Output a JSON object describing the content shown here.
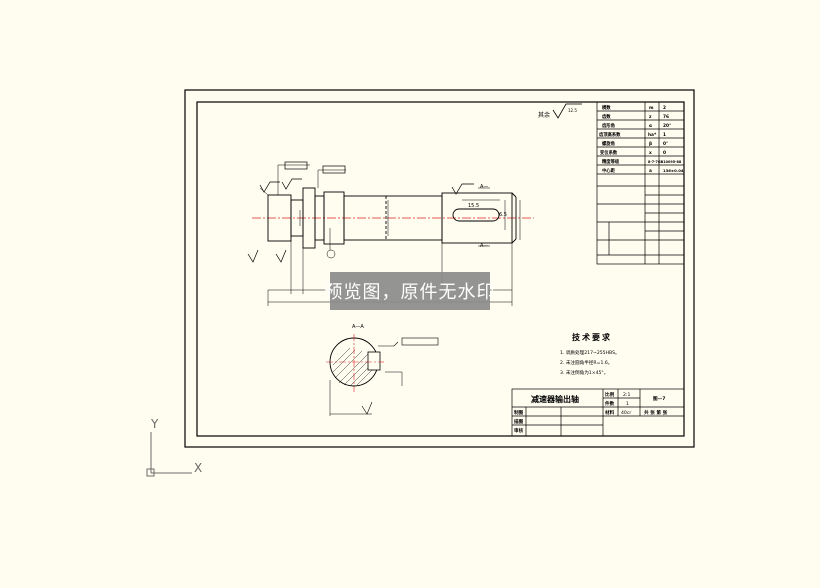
{
  "drawing": {
    "surface_roughness_note": "其余",
    "section_label": "A—A",
    "view_mark_top": "A—",
    "view_mark_bottom": "A—",
    "dims": {
      "keyway_len": "15.5",
      "keyway_depth": "6.5"
    }
  },
  "gear_table": {
    "rows": [
      {
        "label": "模数",
        "sym": "m",
        "value": "2"
      },
      {
        "label": "齿数",
        "sym": "z",
        "value": "76"
      },
      {
        "label": "齿形角",
        "sym": "α",
        "value": "20°"
      },
      {
        "label": "齿顶高系数",
        "sym": "ha*",
        "value": "1"
      },
      {
        "label": "螺旋角",
        "sym": "β",
        "value": "0°"
      },
      {
        "label": "变位系数",
        "sym": "x",
        "value": "0"
      },
      {
        "label": "精度等级",
        "sym": "",
        "value": "8-7-7GB10095-88"
      },
      {
        "label": "中心距",
        "sym": "a",
        "value": "136±0.04"
      }
    ]
  },
  "technical_requirements": {
    "title": "技术要求",
    "items": [
      "1. 调质处理217~255HBS。",
      "2. 未注圆角半径R=1.6。",
      "3. 未注倒角为1×45°。"
    ]
  },
  "title_block": {
    "part_name": "减速器输出轴",
    "labels": {
      "ratio": "比例",
      "count": "件数",
      "material": "材料",
      "designer": "制图",
      "drafter": "描图",
      "reviewer": "审核"
    },
    "values": {
      "ratio": "2:1",
      "count": "1",
      "material": "40cr"
    },
    "drawing_no": "图—7",
    "sheet": "共 张 第 张"
  },
  "ucs": {
    "x_label": "X",
    "y_label": "Y"
  },
  "watermark": {
    "text": "预览图，原件无水印"
  },
  "colors": {
    "background": "#fffdf0",
    "line": "#000000",
    "centerline": "#e02020",
    "ucs": "#6a6a6a",
    "watermark_bg": "#8c8c8c"
  }
}
